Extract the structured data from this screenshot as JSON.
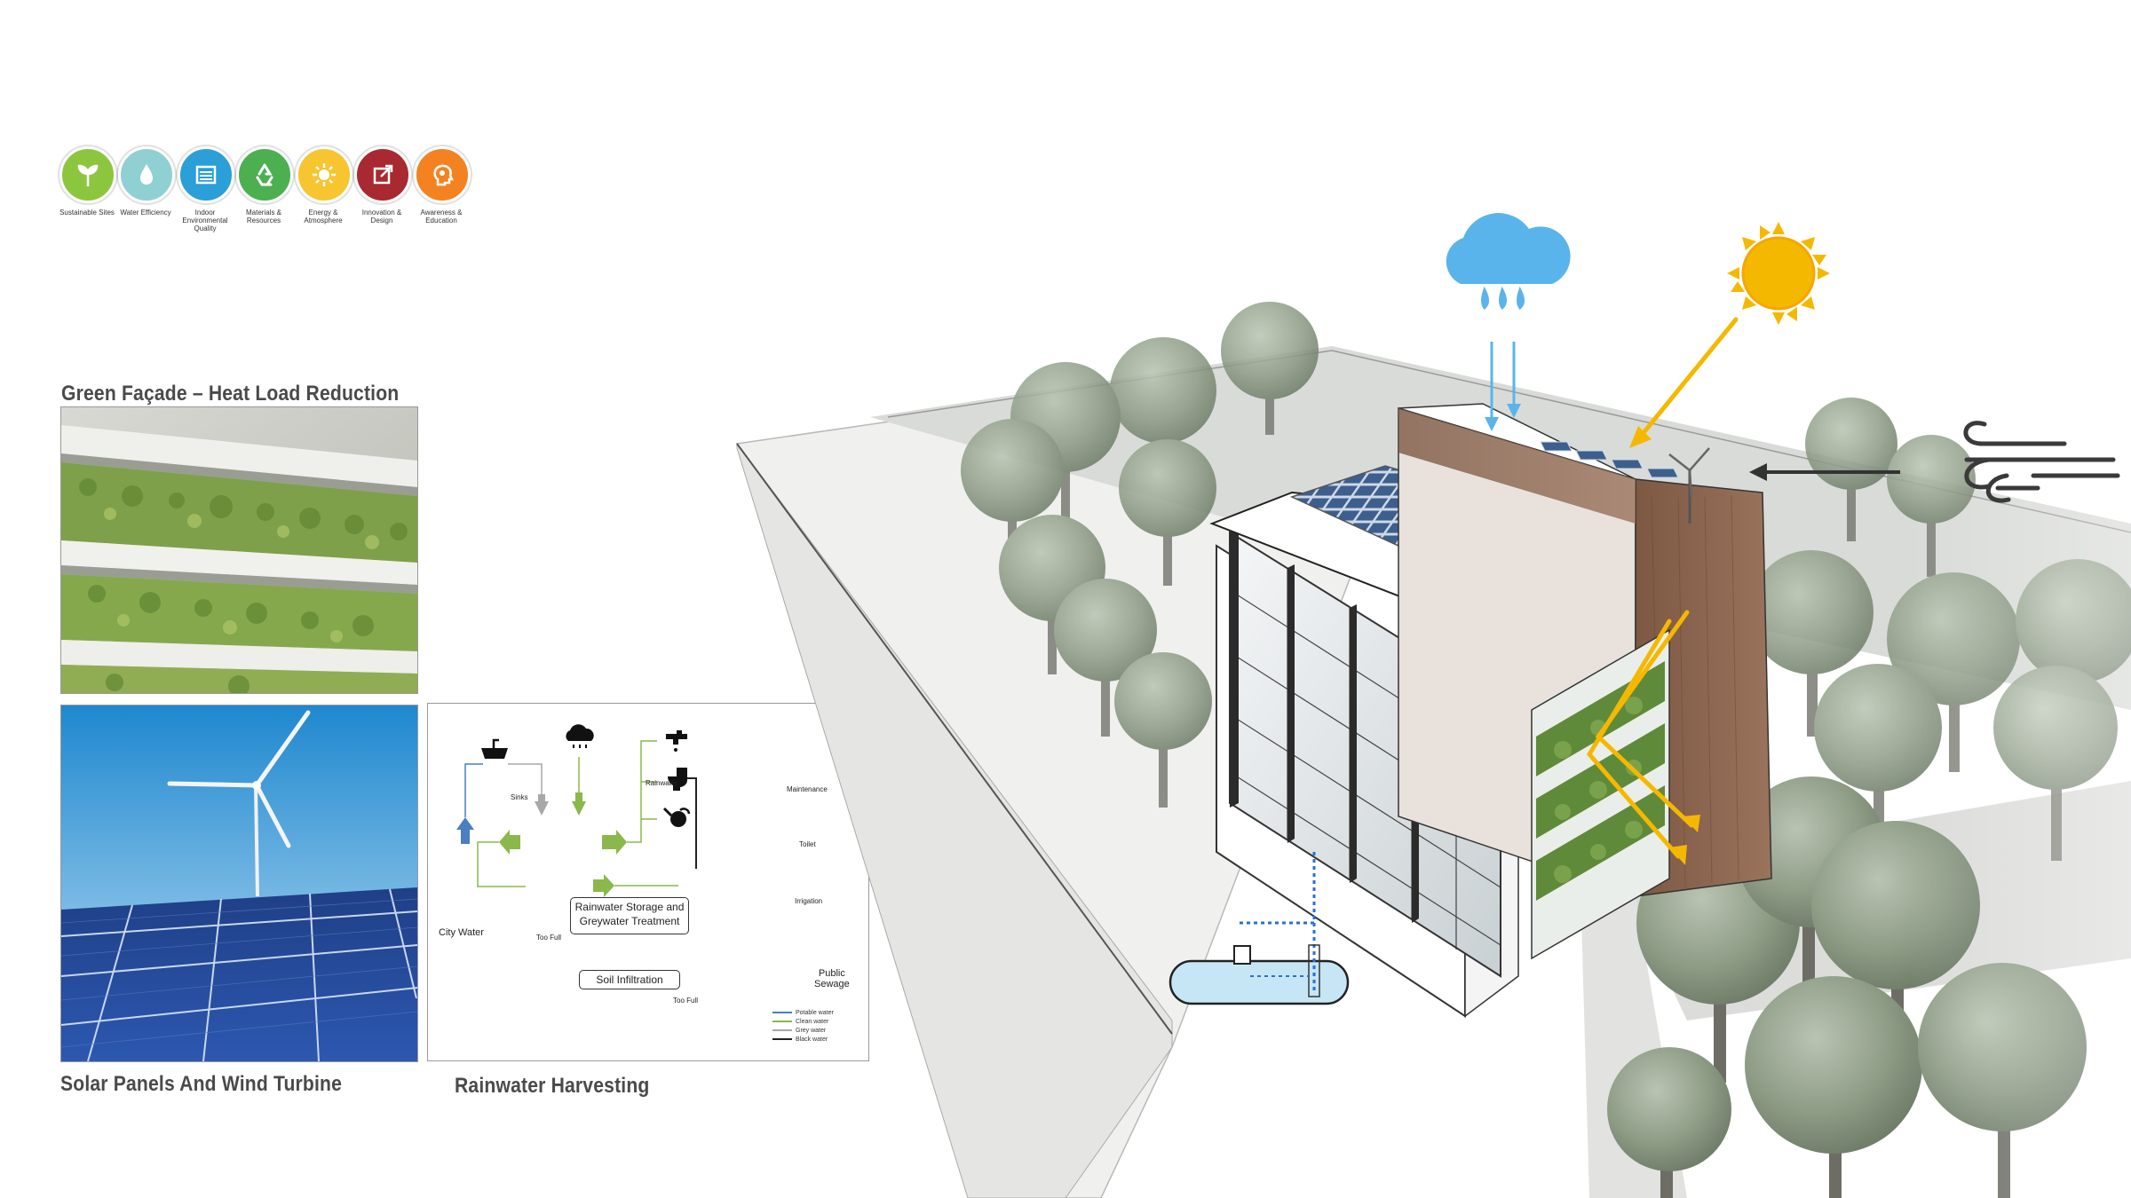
{
  "badges": [
    {
      "label": "Sustainable Sites",
      "color": "#8cc63f",
      "icon": "sprout-icon"
    },
    {
      "label": "Water Efficiency",
      "color": "#8fd0d3",
      "icon": "water-drop-icon"
    },
    {
      "label": "Indoor Environmental Quality",
      "color": "#2a9fd8",
      "icon": "indoor-quality-icon"
    },
    {
      "label": "Materials & Resources",
      "color": "#4caf50",
      "icon": "recycle-icon"
    },
    {
      "label": "Energy & Atmosphere",
      "color": "#f6c530",
      "icon": "sun-icon"
    },
    {
      "label": "Innovation & Design",
      "color": "#a8292f",
      "icon": "innovation-icon"
    },
    {
      "label": "Awareness & Education",
      "color": "#f58220",
      "icon": "head-icon"
    }
  ],
  "sections": {
    "green_facade": "Green Façade – Heat Load Reduction",
    "solar_wind": "Solar Panels And Wind Turbine",
    "rainwater": "Rainwater Harvesting"
  },
  "rainwater_diagram": {
    "sinks": "Sinks",
    "rainwater": "Rainwater",
    "maintenance": "Maintenance",
    "toilet": "Toilet",
    "irrigation": "Irrigation",
    "city_water": "City Water",
    "storage_line1": "Rainwater Storage and",
    "storage_line2": "Greywater Treatment",
    "too_full_1": "Too Full",
    "soil_infiltration": "Soil Infiltration",
    "too_full_2": "Too Full",
    "public_sewage_1": "Public",
    "public_sewage_2": "Sewage",
    "legend": [
      {
        "label": "Potable water",
        "color": "#4a7fc1"
      },
      {
        "label": "Clean water",
        "color": "#8ab84a"
      },
      {
        "label": "Grey water",
        "color": "#a8a8a8"
      },
      {
        "label": "Black water",
        "color": "#222222"
      }
    ]
  },
  "colors": {
    "accent_green": "#8ab84a",
    "sun_yellow": "#f5b800",
    "cloud_blue": "#5ab4ec",
    "wood_brown": "#8b6450"
  }
}
